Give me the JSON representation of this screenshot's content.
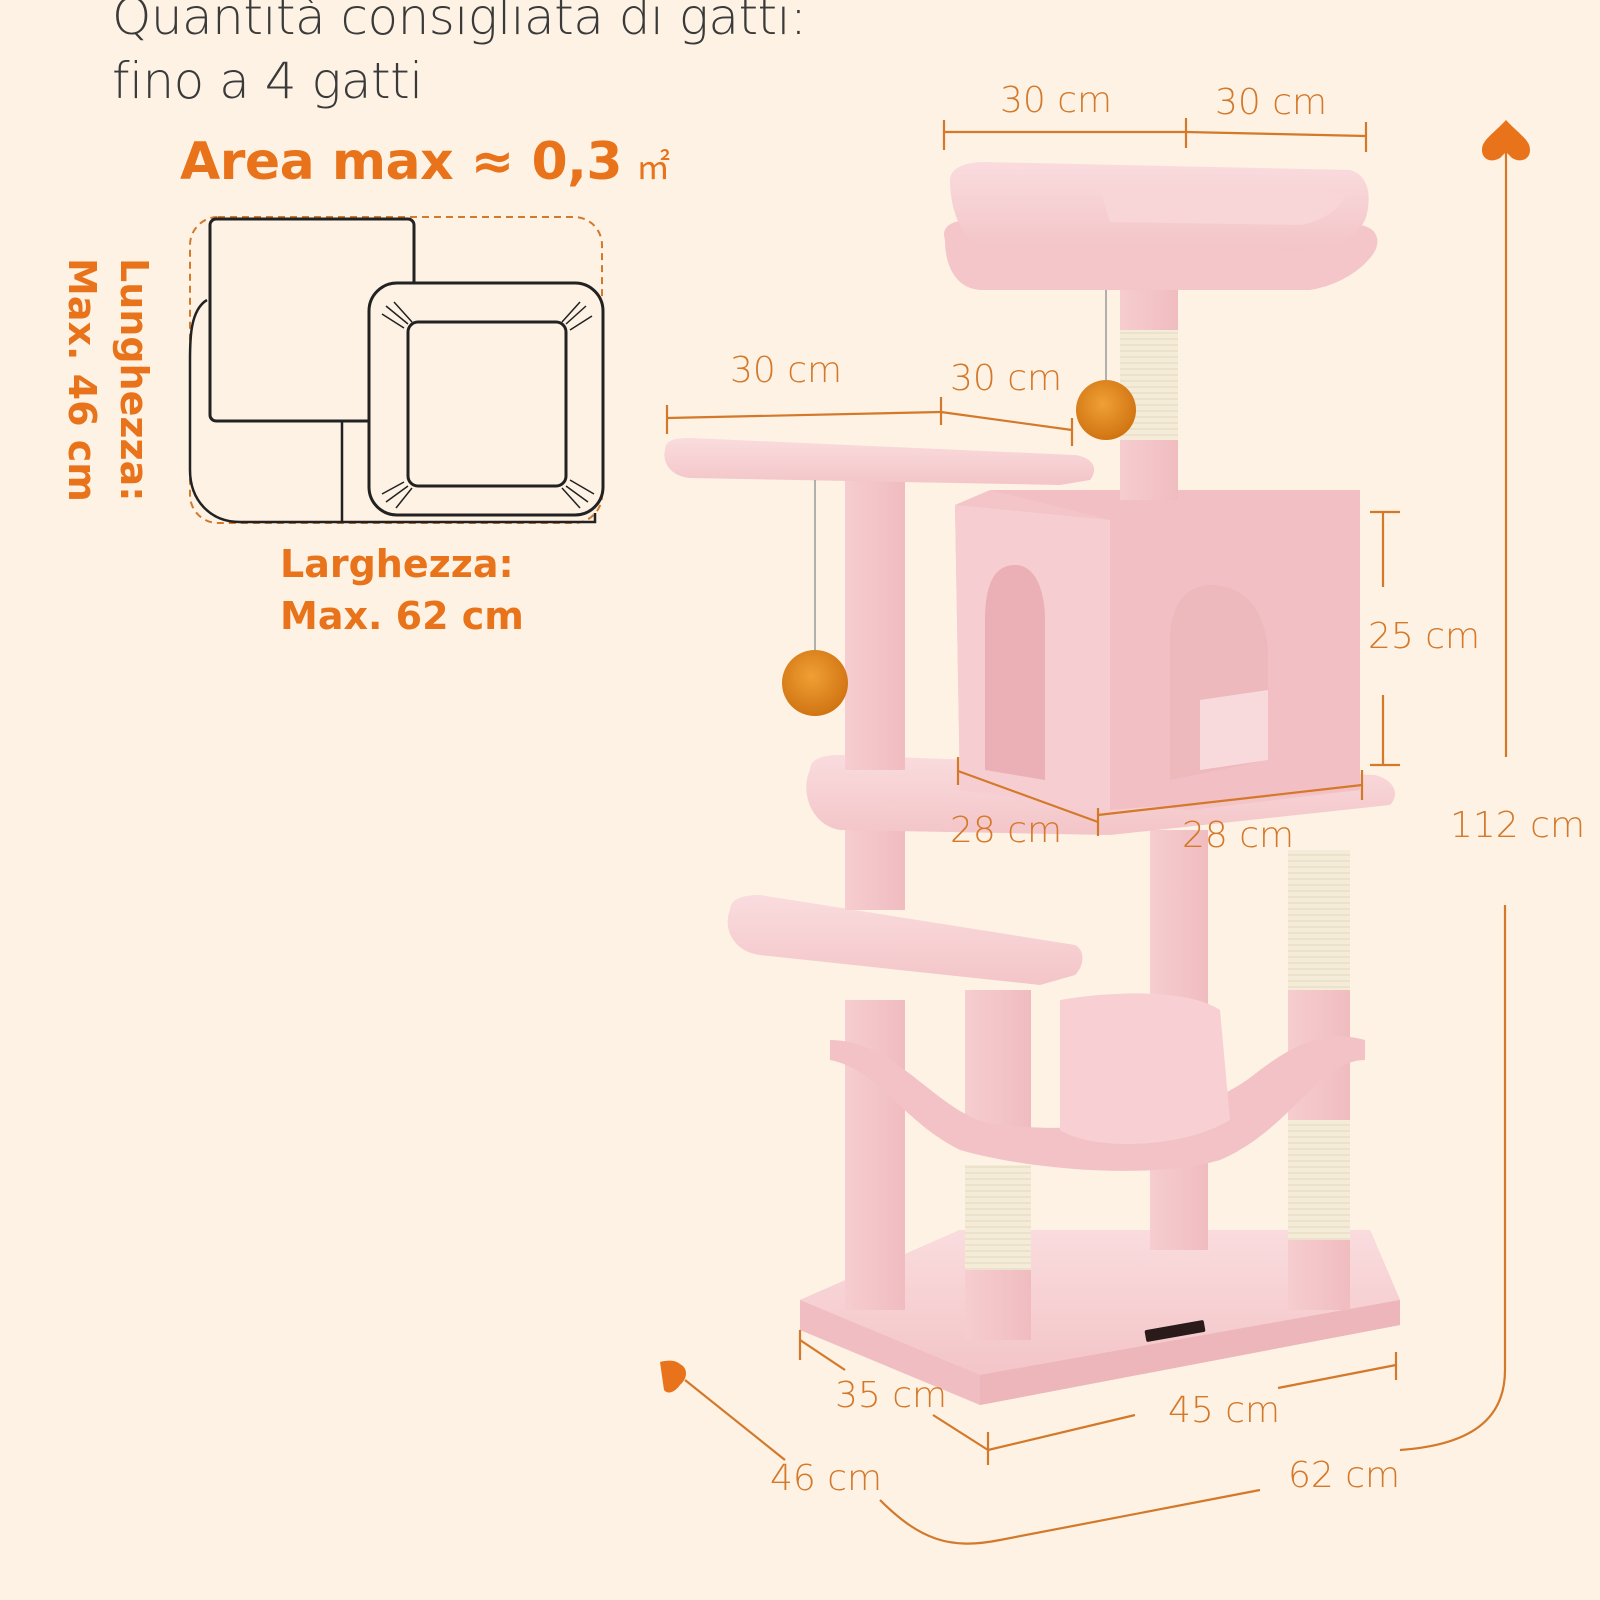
{
  "header": {
    "line1": "Quantità consigliata di gatti:",
    "line2": "fino a 4 gatti"
  },
  "area": {
    "title": "Area max ≈ 0,3",
    "unit": "㎡"
  },
  "footprint": {
    "length_label": "Lunghezza:",
    "length_value": "Max. 46 cm",
    "width_label": "Larghezza:",
    "width_value": "Max. 62 cm"
  },
  "dimensions": {
    "top_perch_left": "30 cm",
    "top_perch_right": "30 cm",
    "platform_left": "30 cm",
    "platform_right": "30 cm",
    "condo_height": "25 cm",
    "condo_depth": "28 cm",
    "condo_width": "28 cm",
    "total_height": "112 cm",
    "base_depth": "35 cm",
    "base_width": "45 cm",
    "total_depth": "46 cm",
    "total_width": "62 cm"
  },
  "colors": {
    "accent": "#e8731a",
    "dimension_line": "#d4782a",
    "background": "#fdf2e4",
    "plush": "#f5c9cc",
    "sisal": "#f3ead6",
    "pompom": "#e0861e"
  }
}
